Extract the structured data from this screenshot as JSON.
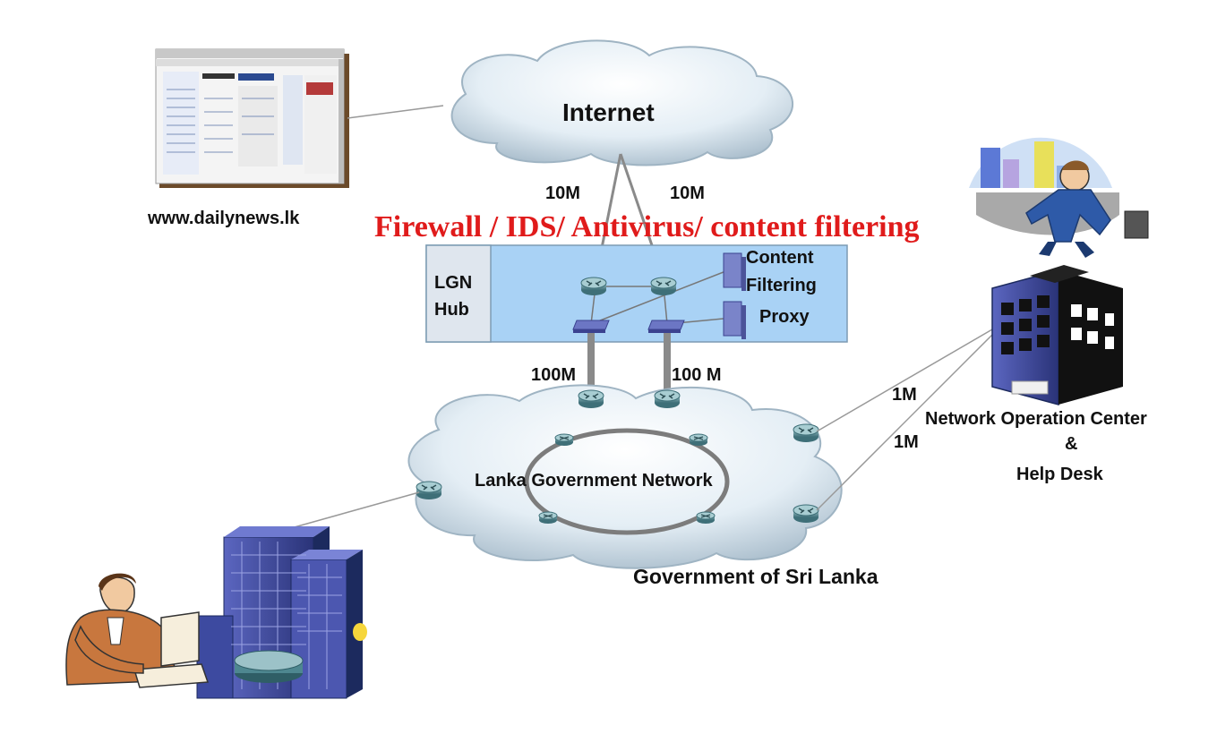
{
  "labels": {
    "internet": "Internet",
    "website": "www.dailynews.lk",
    "security_banner": "Firewall / IDS/ Antivirus/ content filtering",
    "lgn_hub_line1": "LGN",
    "lgn_hub_line2": "Hub",
    "content_filtering_line1": "Content",
    "content_filtering_line2": "Filtering",
    "proxy": "Proxy",
    "link_10m_left": "10M",
    "link_10m_right": "10M",
    "link_100m_left": "100M",
    "link_100m_right": "100 M",
    "lgn_cloud": "Lanka Government Network",
    "gov_label": "Government of Sri Lanka",
    "link_1m_top": "1M",
    "link_1m_bottom": "1M",
    "noc_line1": "Network Operation Center",
    "noc_line2": "&",
    "noc_line3": "Help Desk"
  },
  "colors": {
    "banner_red": "#e01b1b",
    "hub_fill": "#a9d2f5",
    "hub_label_fill": "#dfe6ee",
    "router": "#5f8e96",
    "link_gray": "#8a8a8a",
    "building_blue": "#3d4aa0"
  }
}
